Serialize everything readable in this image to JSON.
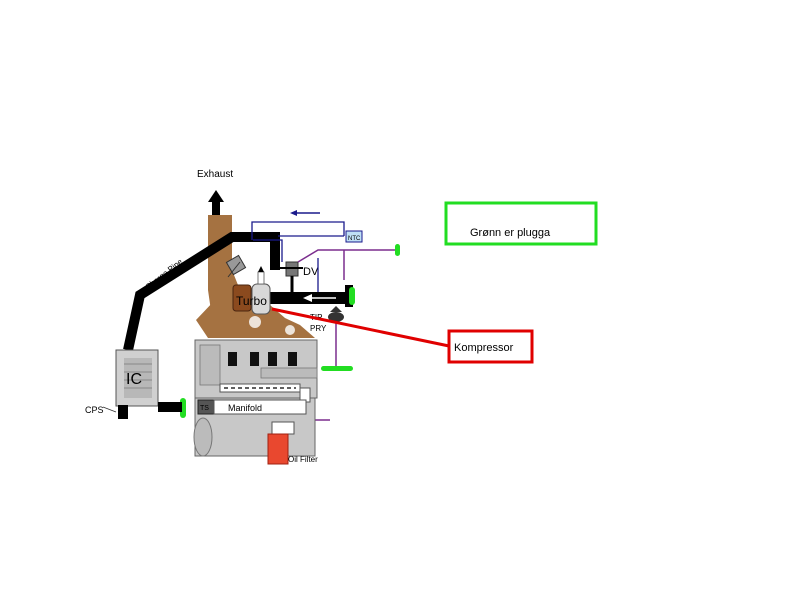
{
  "labels": {
    "exhaust": "Exhaust",
    "charge_pipe": "Charge Pipe",
    "intercooler": "IC",
    "cps": "CPS",
    "turbo": "Turbo",
    "dv": "DV",
    "ntc": "NTC",
    "tip": "TIP",
    "pry": "PRY",
    "ts": "TS",
    "manifold": "Manifold",
    "oil_filter": "Oil Filter",
    "legend_green": "Grønn er plugga",
    "compressor": "Kompressor"
  },
  "colors": {
    "plug_green": "#22dd22",
    "callout_red": "#e00000",
    "hose_purple": "#7b2d8e",
    "vacuum_blue": "#1a1a8c",
    "manifold_brown": "#a57241",
    "engine_gray": "#c8c8c8",
    "oil_filter": "#e9482f"
  }
}
